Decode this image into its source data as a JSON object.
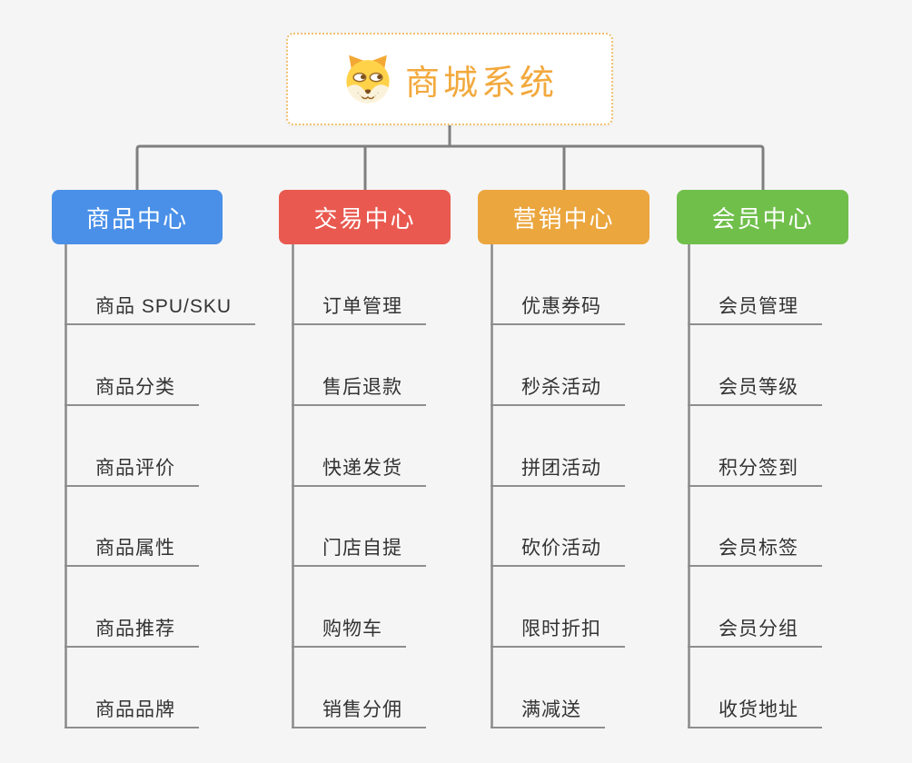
{
  "root": {
    "title": "商城系统",
    "icon": "dog-face-icon",
    "title_color": "#F2A93D",
    "border_color": "#F0BE6B"
  },
  "branches": [
    {
      "label": "商品中心",
      "color": "#4A90E8",
      "children": [
        "商品 SPU/SKU",
        "商品分类",
        "商品评价",
        "商品属性",
        "商品推荐",
        "商品品牌"
      ]
    },
    {
      "label": "交易中心",
      "color": "#E9594F",
      "children": [
        "订单管理",
        "售后退款",
        "快递发货",
        "门店自提",
        "购物车",
        "销售分佣"
      ]
    },
    {
      "label": "营销中心",
      "color": "#EBA63E",
      "children": [
        "优惠券码",
        "秒杀活动",
        "拼团活动",
        "砍价活动",
        "限时折扣",
        "满减送"
      ]
    },
    {
      "label": "会员中心",
      "color": "#70BF4B",
      "children": [
        "会员管理",
        "会员等级",
        "积分签到",
        "会员标签",
        "会员分组",
        "收货地址"
      ]
    }
  ],
  "colors": {
    "background": "#F5F5F5",
    "connector": "#7F7F7F",
    "trunk_line": "#8A8A8A",
    "underline": "#8E8E8E",
    "child_text": "#333333",
    "root_background": "#FFFFFF"
  }
}
